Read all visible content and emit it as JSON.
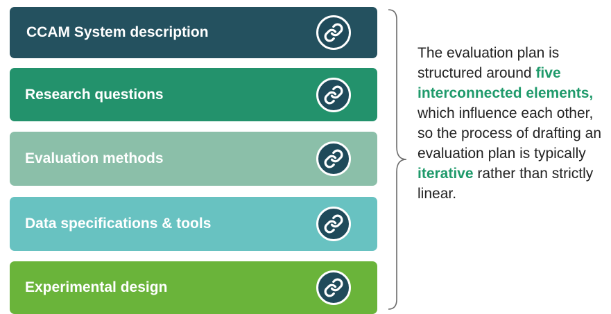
{
  "colors": {
    "bar_1": "#24515f",
    "bar_2": "#23926c",
    "bar_3": "#8bbfa9",
    "bar_4": "#68c2c1",
    "bar_5": "#6ab43a",
    "icon_bg": "#1f4a5a",
    "highlight": "#1f9a6b"
  },
  "elements": [
    {
      "label": "CCAM System description",
      "icon": "link-icon"
    },
    {
      "label": "Research questions",
      "icon": "link-icon"
    },
    {
      "label": "Evaluation methods",
      "icon": "link-icon"
    },
    {
      "label": "Data specifications & tools",
      "icon": "link-icon"
    },
    {
      "label": "Experimental design",
      "icon": "link-icon"
    }
  ],
  "description": {
    "part1": "The evaluation plan is structured around ",
    "highlight1": "five interconnected elements,",
    "part2": " which influence each other, so the process of drafting an evaluation plan is typically ",
    "highlight2": "iterative",
    "part3": " rather than strictly linear."
  }
}
